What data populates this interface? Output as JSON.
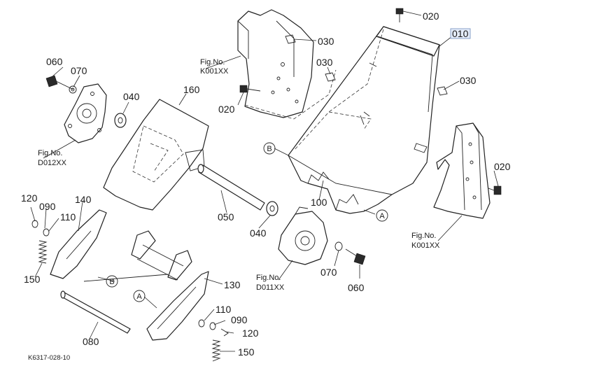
{
  "diagram_code": "K6317-028-10",
  "parts": {
    "p010": "010",
    "p020a": "020",
    "p020b": "020",
    "p020c": "020",
    "p030a": "030",
    "p030b": "030",
    "p030c": "030",
    "p040a": "040",
    "p040b": "040",
    "p050": "050",
    "p060a": "060",
    "p060b": "060",
    "p070a": "070",
    "p070b": "070",
    "p080": "080",
    "p090a": "090",
    "p090b": "090",
    "p100": "100",
    "p110a": "110",
    "p110b": "110",
    "p120a": "120",
    "p120b": "120",
    "p130": "130",
    "p140": "140",
    "p150a": "150",
    "p150b": "150",
    "p160": "160"
  },
  "fig_refs": {
    "top": {
      "label": "Fig.No.",
      "code": "K001XX"
    },
    "left": {
      "label": "Fig.No.",
      "code": "D012XX"
    },
    "right": {
      "label": "Fig.No.",
      "code": "K001XX"
    },
    "bottom": {
      "label": "Fig.No.",
      "code": "D011XX"
    }
  },
  "markers": {
    "a1": "A",
    "a2": "A",
    "b1": "B",
    "b2": "B"
  },
  "highlight": {
    "part": "010",
    "color": "#e4ecfa"
  }
}
